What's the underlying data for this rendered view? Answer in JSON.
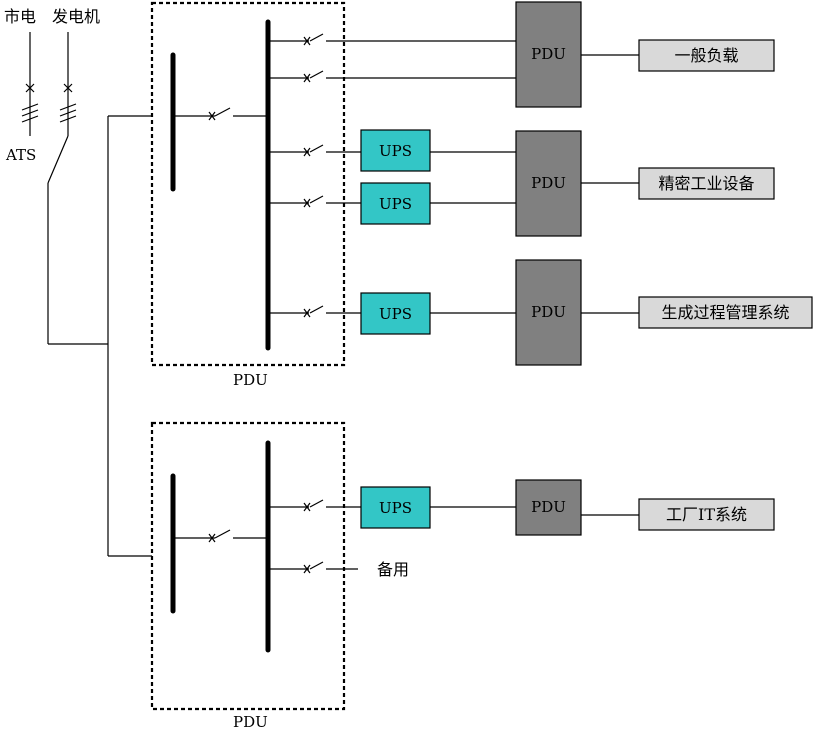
{
  "sources": {
    "mains": "市电",
    "generator": "发电机",
    "ats": "ATS"
  },
  "panels": {
    "top_label": "PDU",
    "bottom_label": "PDU"
  },
  "ups_label": "UPS",
  "pdu_label": "PDU",
  "loads": {
    "general": "一般负载",
    "precision": "精密工业设备",
    "process": "生成过程管理系统",
    "factory_it": "工厂IT系统"
  },
  "spare": "备用",
  "colors": {
    "ups_fill": "#33c6c6",
    "pdu_fill": "#808080",
    "load_fill": "#d9d9d9"
  }
}
